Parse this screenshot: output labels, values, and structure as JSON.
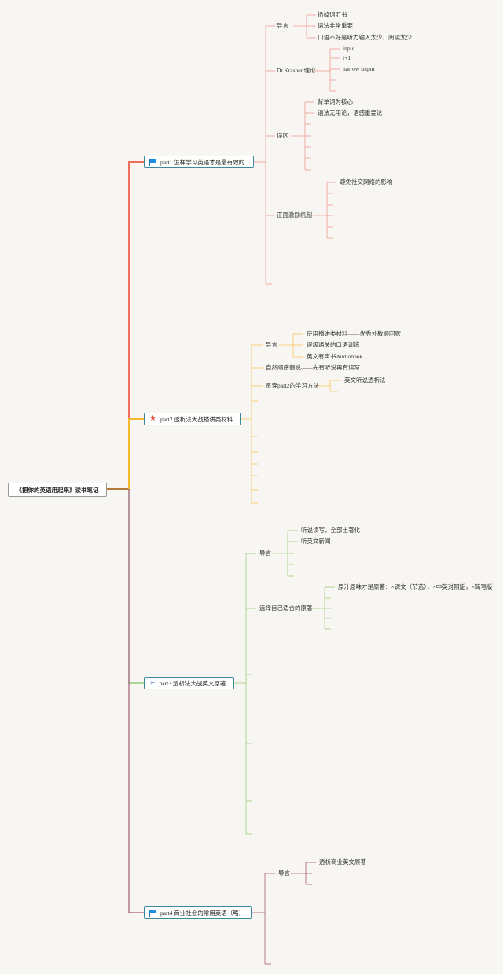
{
  "root": "《把你的英语用起来》读书笔记",
  "part1": {
    "title": "part1 怎样学习英语才是最有效的",
    "sections": {
      "intro": {
        "label": "导言",
        "items": [
          "扔掉词汇书",
          "语法非常重要",
          "口语不好是听力输入太少，阅读太少"
        ]
      },
      "krashen": {
        "label": "Dr.Krashen理论",
        "items": [
          "input",
          "i+1",
          "narrow intput"
        ]
      },
      "mistakes": {
        "label": "误区",
        "items": [
          "背单词为核心",
          "语法无用论，语感重要论"
        ]
      },
      "motivation": {
        "label": "正面激励机制",
        "items": [
          "避免社交网络的影响"
        ]
      }
    }
  },
  "part2": {
    "title": "part2 透析法大战播讲类材料",
    "sections": {
      "intro": {
        "label": "导言",
        "items": [
          "使用播讲类材料——优秀外教顺回家",
          "逐级通关的口语训练",
          "英文有声书Audiobook"
        ]
      },
      "natural": {
        "label": "自然顺序假说——先有听说再有读写"
      },
      "method": {
        "label": "贯穿part2的学习方法",
        "items": [
          "英文听说透析法"
        ]
      }
    }
  },
  "part3": {
    "title": "part3 透析法大战英文原著",
    "sections": {
      "intro": {
        "label": "导言",
        "items": [
          "听说读写，全部土著化",
          "听英文新闻"
        ]
      },
      "choose": {
        "label": "选择自己适合的原著",
        "items": [
          "原汁原味才是原著：×课文（节选），×中英对照版，×简写版"
        ]
      }
    }
  },
  "part4": {
    "title": "part4 商业社会的常用英语（略）",
    "sections": {
      "intro": {
        "label": "导言",
        "items": [
          "透析商业英文原著"
        ]
      }
    }
  },
  "colors": {
    "part1": "#ef6f5f",
    "part2": "#f5b82e",
    "part3": "#7cc55f",
    "part4": "#8e3b5f",
    "root_branch": "#b07a3a",
    "part_border": "#3b8a9c"
  },
  "icons": {
    "part1": "flag-icon",
    "part2": "star-icon",
    "part3": "paper-plane-icon",
    "part4": "flag-icon"
  }
}
